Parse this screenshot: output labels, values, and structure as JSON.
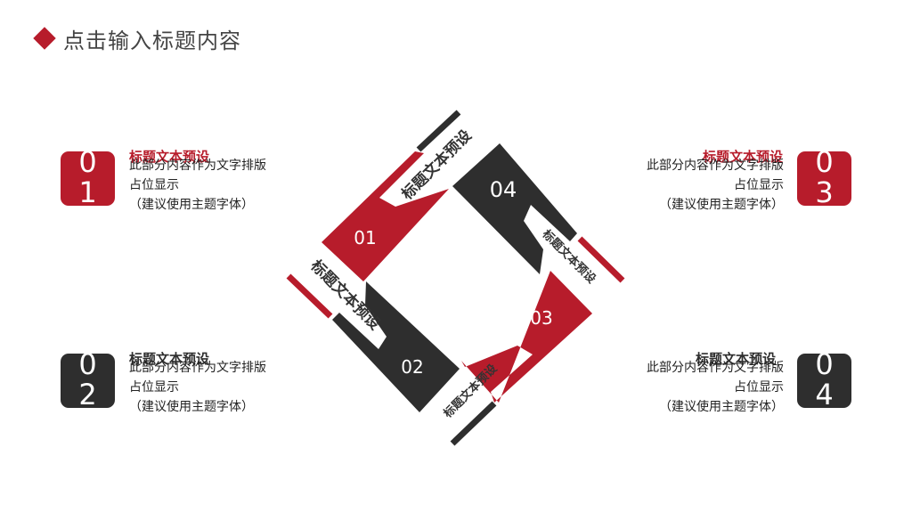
{
  "header": {
    "title": "点击输入标题内容"
  },
  "colors": {
    "accent": "#b71c2b",
    "dark": "#2e2e2e",
    "text": "#222222",
    "heading": "#444444"
  },
  "items": [
    {
      "num_top": "0",
      "num_bottom": "1",
      "title": "标题文本预设",
      "line1": "此部分内容作为文字排版",
      "line2": "占位显示",
      "line3": "（建议使用主题字体）"
    },
    {
      "num_top": "0",
      "num_bottom": "2",
      "title": "标题文本预设",
      "line1": "此部分内容作为文字排版",
      "line2": "占位显示",
      "line3": "（建议使用主题字体）"
    },
    {
      "num_top": "0",
      "num_bottom": "3",
      "title": "标题文本预设",
      "line1": "此部分内容作为文字排版",
      "line2": "占位显示",
      "line3": "（建议使用主题字体）"
    },
    {
      "num_top": "0",
      "num_bottom": "4",
      "title": "标题文本预设",
      "line1": "此部分内容作为文字排版",
      "line2": "占位显示",
      "line3": "（建议使用主题字体）"
    }
  ],
  "diagram": {
    "nums": [
      "01",
      "02",
      "03",
      "04"
    ],
    "labels": [
      "标题文本预设",
      "标题文本预设",
      "标题文本预设",
      "标题文本预设"
    ]
  }
}
